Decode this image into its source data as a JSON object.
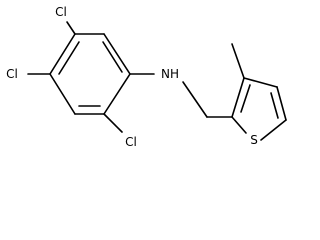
{
  "molecule": {
    "atoms": {
      "cl_top": "Cl",
      "cl_left": "Cl",
      "cl_bottom": "Cl",
      "amine": "NH",
      "sulfur": "S"
    }
  }
}
